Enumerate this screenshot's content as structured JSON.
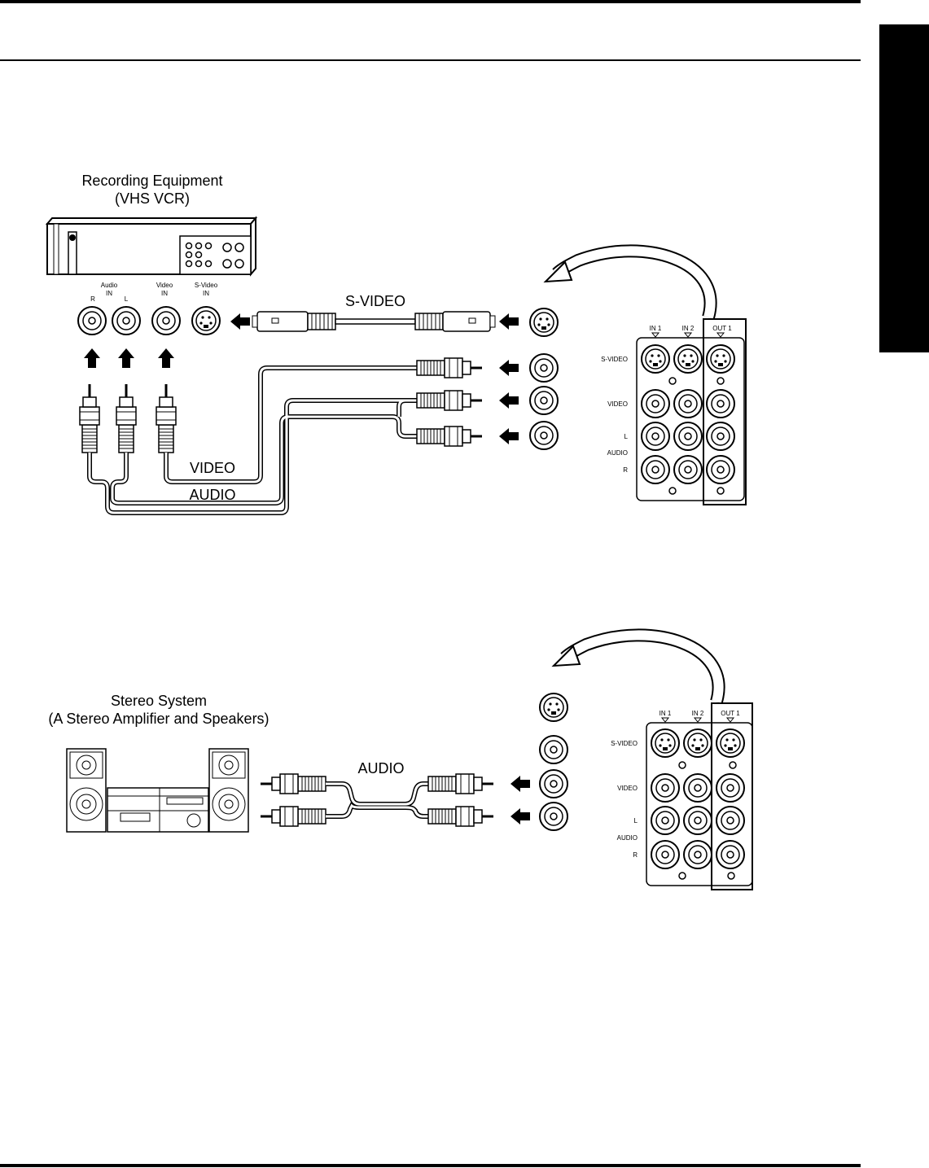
{
  "diagram1": {
    "title_line1": "Recording Equipment",
    "title_line2": "(VHS VCR)",
    "vcr_labels": {
      "audio": "Audio",
      "in_audio": "IN",
      "r": "R",
      "l": "L",
      "video": "Video",
      "in_video": "IN",
      "svideo": "S-Video",
      "in_svideo": "IN"
    },
    "cable_svideo": "S-VIDEO",
    "cable_video": "VIDEO",
    "cable_audio": "AUDIO"
  },
  "diagram2": {
    "title_line1": "Stereo System",
    "title_line2": "(A Stereo Amplifier and Speakers)",
    "cable_audio": "AUDIO"
  },
  "panel": {
    "in1": "IN 1",
    "in2": "IN 2",
    "out1": "OUT 1",
    "svideo": "S-VIDEO",
    "video": "VIDEO",
    "l": "L",
    "audio": "AUDIO",
    "r": "R"
  }
}
